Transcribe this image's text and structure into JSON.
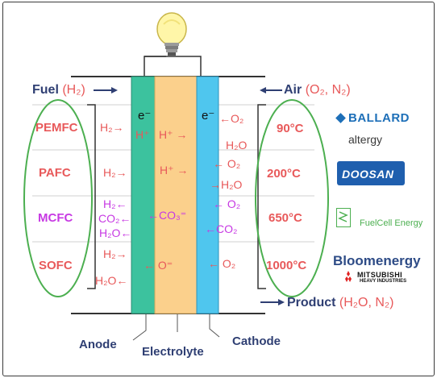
{
  "header": {
    "fuel": {
      "label": "Fuel",
      "formula": "(H₂)",
      "arrow": "→"
    },
    "air": {
      "arrow": "←",
      "label": "Air",
      "formula": "(O₂, N₂)"
    }
  },
  "product": {
    "arrow": "→",
    "label": "Product",
    "formula": "(H₂O, N₂)"
  },
  "electrodes": {
    "anode": "Anode",
    "electrolyte": "Electrolyte",
    "cathode": "Cathode"
  },
  "electron_left": "e⁻",
  "electron_right": "e⁻",
  "rows": [
    {
      "name": "PEMFC",
      "temp": "90°C",
      "anode_in": "H₂→",
      "anode_out": "H⁺",
      "electrolyte": "H⁺ →",
      "cathode_in": "←O₂",
      "cathode_out": "H₂O"
    },
    {
      "name": "PAFC",
      "temp": "200°C",
      "anode_in": "H₂→",
      "anode_out": "",
      "electrolyte": "H⁺ →",
      "cathode_in": "← O₂",
      "cathode_out": "→H₂O"
    },
    {
      "name": "MCFC",
      "temp": "650°C",
      "anode_in": "H₂←",
      "anode_co2": "CO₂←",
      "anode_h2o": "H₂O←",
      "electrolyte": "←CO₃⁼",
      "cathode_in": "← O₂",
      "cathode_co2": "←CO₂"
    },
    {
      "name": "SOFC",
      "temp": "1000°C",
      "anode_in": "H₂→",
      "anode_h2o": "H₂O←",
      "electrolyte": "← O⁼",
      "cathode_in": "← O₂"
    }
  ],
  "logos": {
    "ballard": "BALLARD",
    "altergy": "altergy",
    "doosan": "DOOSAN",
    "fuelcell": "FuelCell Energy",
    "bloom": "Bloomenergy",
    "mitsubishi": "MITSUBISHI",
    "mitsubishi_sub": "HEAVY INDUSTRIES"
  },
  "colors": {
    "anode": "#3cc29e",
    "electrolyte": "#fbd08c",
    "cathode": "#4fc6ee",
    "text_red": "#e8595a",
    "text_magenta": "#c739e3",
    "ellipse": "#4caf50",
    "label_navy": "#2f3f73"
  }
}
